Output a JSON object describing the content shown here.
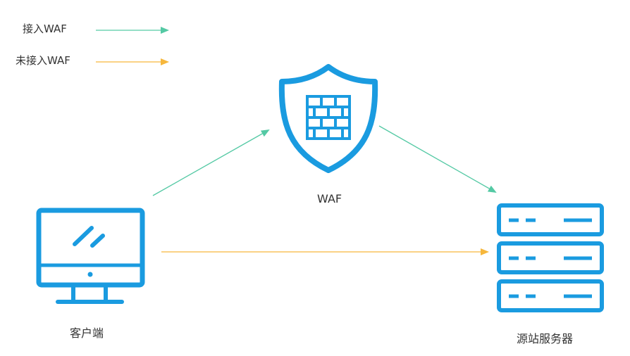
{
  "legend": {
    "items": [
      {
        "label": "接入WAF",
        "color": "#54c9a4"
      },
      {
        "label": "未接入WAF",
        "color": "#f6b73c"
      }
    ]
  },
  "nodes": {
    "client": {
      "label": "客户端",
      "icon": "monitor-icon"
    },
    "waf": {
      "label": "WAF",
      "icon": "shield-firewall-icon"
    },
    "origin": {
      "label": "源站服务器",
      "icon": "server-rack-icon"
    }
  },
  "colors": {
    "icon_blue": "#1a9be0",
    "with_waf": "#54c9a4",
    "without_waf": "#f6b73c"
  }
}
